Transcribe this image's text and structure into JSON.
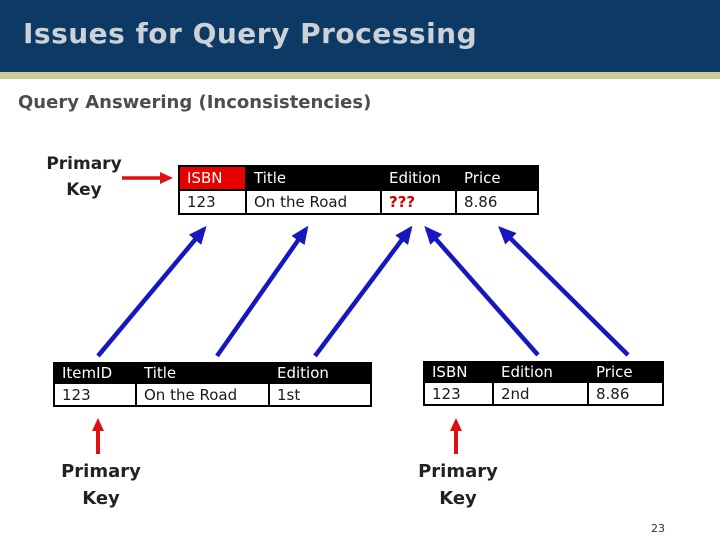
{
  "slide": {
    "title": "Issues for Query Processing",
    "subtitle": "Query Answering (Inconsistencies)",
    "page_number": "23"
  },
  "annotations": {
    "top_primary_key": {
      "line1": "Primary",
      "line2": "Key"
    },
    "left_primary_key": {
      "line1": "Primary",
      "line2": "Key"
    },
    "right_primary_key": {
      "line1": "Primary",
      "line2": "Key"
    }
  },
  "merged_table": {
    "headers": [
      "ISBN",
      "Title",
      "Edition",
      "Price"
    ],
    "row": [
      "123",
      "On the Road",
      "???",
      "8.86"
    ]
  },
  "left_table": {
    "headers": [
      "ItemID",
      "Title",
      "Edition"
    ],
    "row": [
      "123",
      "On the Road",
      "1st"
    ]
  },
  "right_table": {
    "headers": [
      "ISBN",
      "Edition",
      "Price"
    ],
    "row": [
      "123",
      "2nd",
      "8.86"
    ]
  },
  "colors": {
    "title_bar_navy": "#0c3a64",
    "accent_khaki": "#cccc99",
    "key_highlight_red": "#e60000",
    "conflict_text_red": "#cc0000",
    "arrow_blue": "#1717bf",
    "arrow_red": "#e01010",
    "table_header_black": "#000000"
  }
}
